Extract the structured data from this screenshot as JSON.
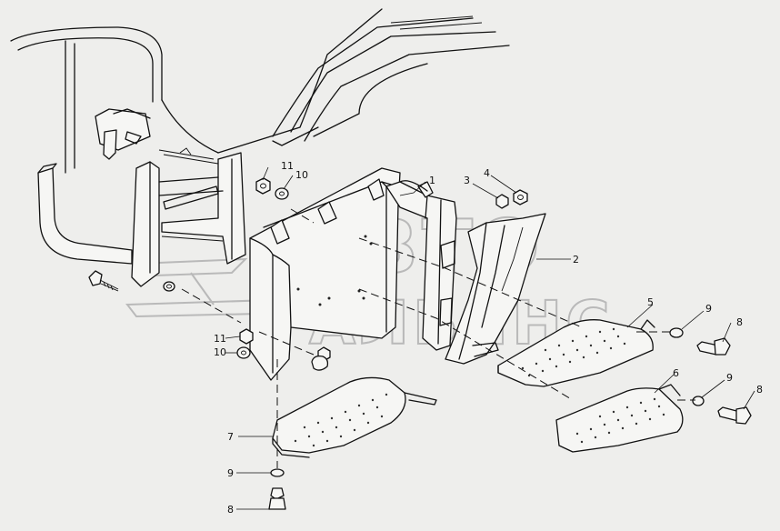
{
  "watermark": {
    "line1": "АВТО",
    "line2": "АЛЬЯНС"
  },
  "callouts": {
    "c1": "1",
    "c2": "2",
    "c3": "3",
    "c4": "4",
    "c5": "5",
    "c6": "6",
    "c7": "7",
    "c8a": "8",
    "c8b": "8",
    "c8c": "8",
    "c9a": "9",
    "c9b": "9",
    "c9c": "9",
    "c10a": "10",
    "c10b": "10",
    "c11a": "11",
    "c11b": "11"
  },
  "colors": {
    "background": "#eeeeec",
    "line": "#111111",
    "watermark": "#b9b9b9"
  }
}
